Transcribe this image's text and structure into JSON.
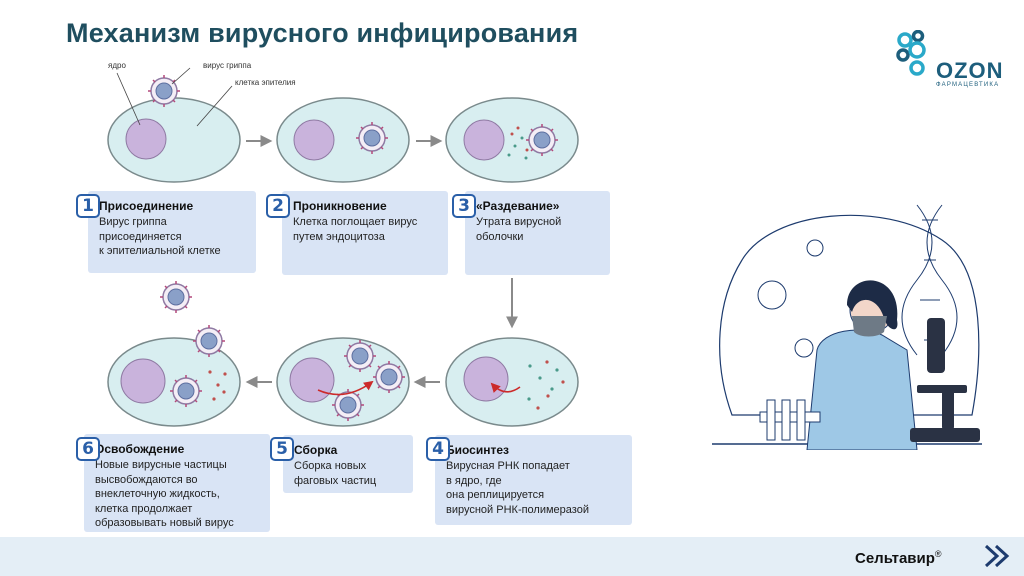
{
  "title": "Механизм вирусного инфицирования",
  "logo": {
    "word": "OZON",
    "sub": "ФАРМАЦЕВТИКА"
  },
  "labels": {
    "nucleus": "ядро",
    "virus": "вирус гриппа",
    "cell": "клетка эпителия"
  },
  "steps": [
    {
      "num": "1",
      "title": "Присоединение",
      "text": "Вирус гриппа\nприсоединяется\nк эпителиальной клетке"
    },
    {
      "num": "2",
      "title": "Проникновение",
      "text": "Клетка поглощает вирус\nпутем эндоцитоза"
    },
    {
      "num": "3",
      "title": "«Раздевание»",
      "text": "Утрата вирусной\nоболочки"
    },
    {
      "num": "4",
      "title": "Биосинтез",
      "text": "Вирусная РНК попадает\nв ядро, где\nона реплицируется\nвирусной РНК-полимеразой"
    },
    {
      "num": "5",
      "title": "Сборка",
      "text": "Сборка новых\nфаговых частиц"
    },
    {
      "num": "6",
      "title": "Освобождение",
      "text": "Новые вирусные частицы\nвысвобождаются во\nвнеклеточную жидкость,\nклетка продолжает\nобразовывать новый вирус"
    }
  ],
  "footer": {
    "brand": "Сельтавир",
    "reg": "®"
  },
  "colors": {
    "title": "#1f4e5f",
    "cell_fill": "#d8eef0",
    "cell_stroke": "#7a8a8c",
    "nucleus": "#c9b3dc",
    "card_bg": "#d9e4f5",
    "number": "#2a5fa8",
    "footer_bg": "#e4eef6"
  }
}
